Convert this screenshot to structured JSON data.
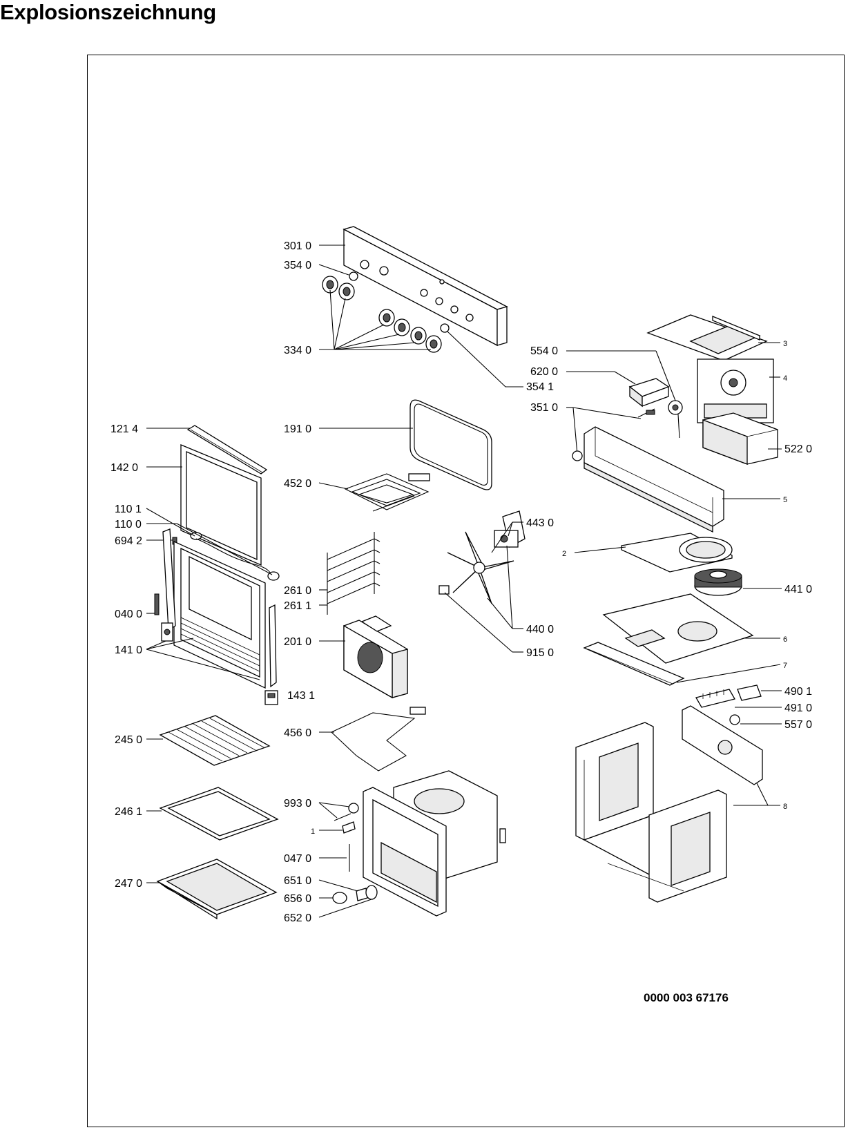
{
  "page": {
    "title": "Explosionszeichnung",
    "document_number": "0000 003 67176"
  },
  "callouts": {
    "c3010": "301 0",
    "c3540": "354 0",
    "c3340": "334 0",
    "c3541": "354 1",
    "c5540": "554 0",
    "c6200": "620 0",
    "c3510": "351 0",
    "c5220": "522 0",
    "c3": "3",
    "c4": "4",
    "c5": "5",
    "c2": "2",
    "c6": "6",
    "c7": "7",
    "c8": "8",
    "c1": "1",
    "c1214": "121 4",
    "c1420": "142 0",
    "c1101": "110 1",
    "c1100": "110 0",
    "c6942": "694 2",
    "c0400": "040 0",
    "c1410": "141 0",
    "c1431": "143 1",
    "c1910": "191 0",
    "c4520": "452 0",
    "c2610": "261 0",
    "c2611": "261 1",
    "c2010": "201 0",
    "c4560": "456 0",
    "c4430": "443 0",
    "c4400": "440 0",
    "c9150": "915 0",
    "c4410": "441 0",
    "c4901": "490 1",
    "c4910": "491 0",
    "c5570": "557 0",
    "c2450": "245 0",
    "c2461": "246 1",
    "c2470": "247 0",
    "c9930": "993 0",
    "c0470": "047 0",
    "c6510": "651 0",
    "c6560": "656 0",
    "c6520": "652 0"
  },
  "colors": {
    "line": "#000000",
    "background": "#ffffff"
  }
}
